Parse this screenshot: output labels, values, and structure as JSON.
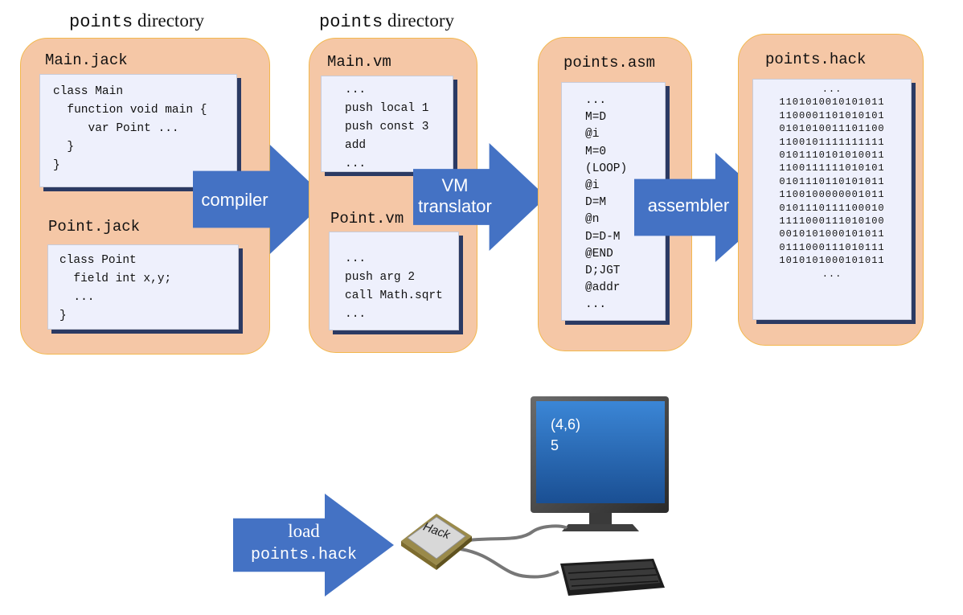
{
  "stage1": {
    "dir_mono": "points",
    "dir_text": " directory",
    "main_file": "Main.jack",
    "main_code": "class Main\n  function void main {\n     var Point ...\n  }\n}",
    "point_file": "Point.jack",
    "point_code": "class Point\n  field int x,y;\n  ...\n}"
  },
  "stage2": {
    "dir_mono": "points",
    "dir_text": " directory",
    "main_file": "Main.vm",
    "main_code": "...\npush local 1\npush const 3\nadd\n...",
    "point_file": "Point.vm",
    "point_code": "...\npush arg 2\ncall Math.sqrt\n..."
  },
  "stage3": {
    "file": "points.asm",
    "lines": [
      "...",
      "M=D",
      "@i",
      "M=0",
      "(LOOP)",
      "@i",
      "D=M",
      "@n",
      "D=D-M",
      "@END",
      "D;JGT",
      "@addr",
      "..."
    ]
  },
  "stage4": {
    "file": "points.hack",
    "lines": [
      "...",
      "1101010010101011",
      "1100001101010101",
      "0101010011101100",
      "1100101111111111",
      "0101110101010011",
      "1100111111010101",
      "0101110110101011",
      "1100100000001011",
      "0101110111100010",
      "1111000111010100",
      "0010101000101011",
      "0111000111010111",
      "1010101000101011",
      "..."
    ]
  },
  "arrows": {
    "compiler": "compiler",
    "vm_line1": "VM",
    "vm_line2": "translator",
    "assembler": "assembler",
    "load_word": "load",
    "load_file": "points.hack"
  },
  "cpu_label": "Hack",
  "screen": {
    "line1": "(4,6)",
    "line2": "5"
  },
  "colors": {
    "arrow": "#4472c4",
    "group_fill": "#f5c7a6",
    "group_border": "#f3b84d",
    "card_fill": "#eef0fc",
    "screen": "#2a6fc0"
  }
}
